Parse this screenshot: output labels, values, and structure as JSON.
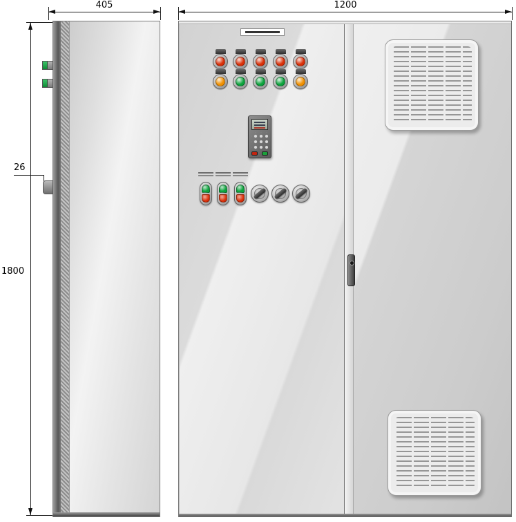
{
  "page": {
    "background": "#ffffff",
    "description": "Technical drawing of an electrical control cabinet: side view and front view"
  },
  "dimensions": {
    "side_width": "405",
    "front_width": "1200",
    "height": "1800",
    "detail_offset": "26"
  },
  "colors": {
    "red": "#d92f08",
    "amber": "#f09000",
    "green": "#0ca23c",
    "hinge_green": "#16a045"
  },
  "front_view": {
    "left_door": {
      "indicator_row1": [
        "red",
        "red",
        "red",
        "red",
        "red"
      ],
      "indicator_row2": [
        "amber",
        "green",
        "green",
        "green",
        "amber"
      ],
      "pushbutton_count": 3,
      "selector_count": 3
    },
    "right_door": {
      "grille_count": 2
    }
  }
}
